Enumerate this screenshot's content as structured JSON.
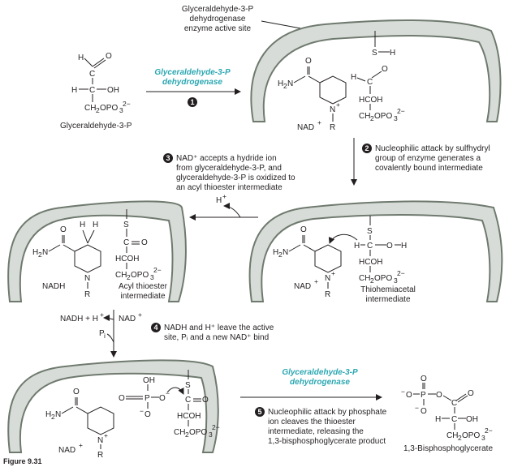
{
  "labels": {
    "enzyme_site_callout": [
      "Glyceraldehyde-3-P",
      "dehydrogenase",
      "enzyme active site"
    ],
    "enzyme_name_top": [
      "Glyceraldehyde-3-P",
      "dehydrogenase"
    ],
    "enzyme_name_bottom": [
      "Glyceraldehyde-3-P",
      "dehydrogenase"
    ],
    "substrate": "Glyceraldehyde-3-P",
    "product": "1,3-Bisphosphoglycerate",
    "nad_plus": "NAD",
    "nadh": "NADH",
    "acyl_thioester": [
      "Acyl thioester",
      "intermediate"
    ],
    "thiohemiacetal": [
      "Thiohemiacetal",
      "intermediate"
    ],
    "h_plus_release": "H",
    "nadh_hplus": "NADH + H",
    "nad_in": "NAD",
    "pi": "P",
    "figure_caption": "Figure 9.31"
  },
  "steps": [
    {
      "num": "1",
      "lines": []
    },
    {
      "num": "2",
      "lines": [
        "Nucleophilic attack by sulfhydryl",
        "group of enzyme generates a",
        "covalently bound intermediate"
      ]
    },
    {
      "num": "3",
      "lines": [
        "NAD⁺ accepts a hydride ion",
        "from glyceraldehyde-3-P, and",
        "glyceraldehyde-3-P is oxidized to",
        "an acyl thioester intermediate"
      ]
    },
    {
      "num": "4",
      "lines": [
        "NADH and H⁺ leave the active",
        "site, Pᵢ and a new NAD⁺ bind"
      ]
    },
    {
      "num": "5",
      "lines": [
        "Nucleophilic attack by phosphate",
        "ion cleaves the thioester",
        "intermediate, releasing the",
        "1,3-bisphosphoglycerate product"
      ]
    }
  ],
  "colors": {
    "accent": "#2aa7b2",
    "pocket_fill": "#d8dcd8",
    "pocket_stroke": "#6f7a6f"
  }
}
